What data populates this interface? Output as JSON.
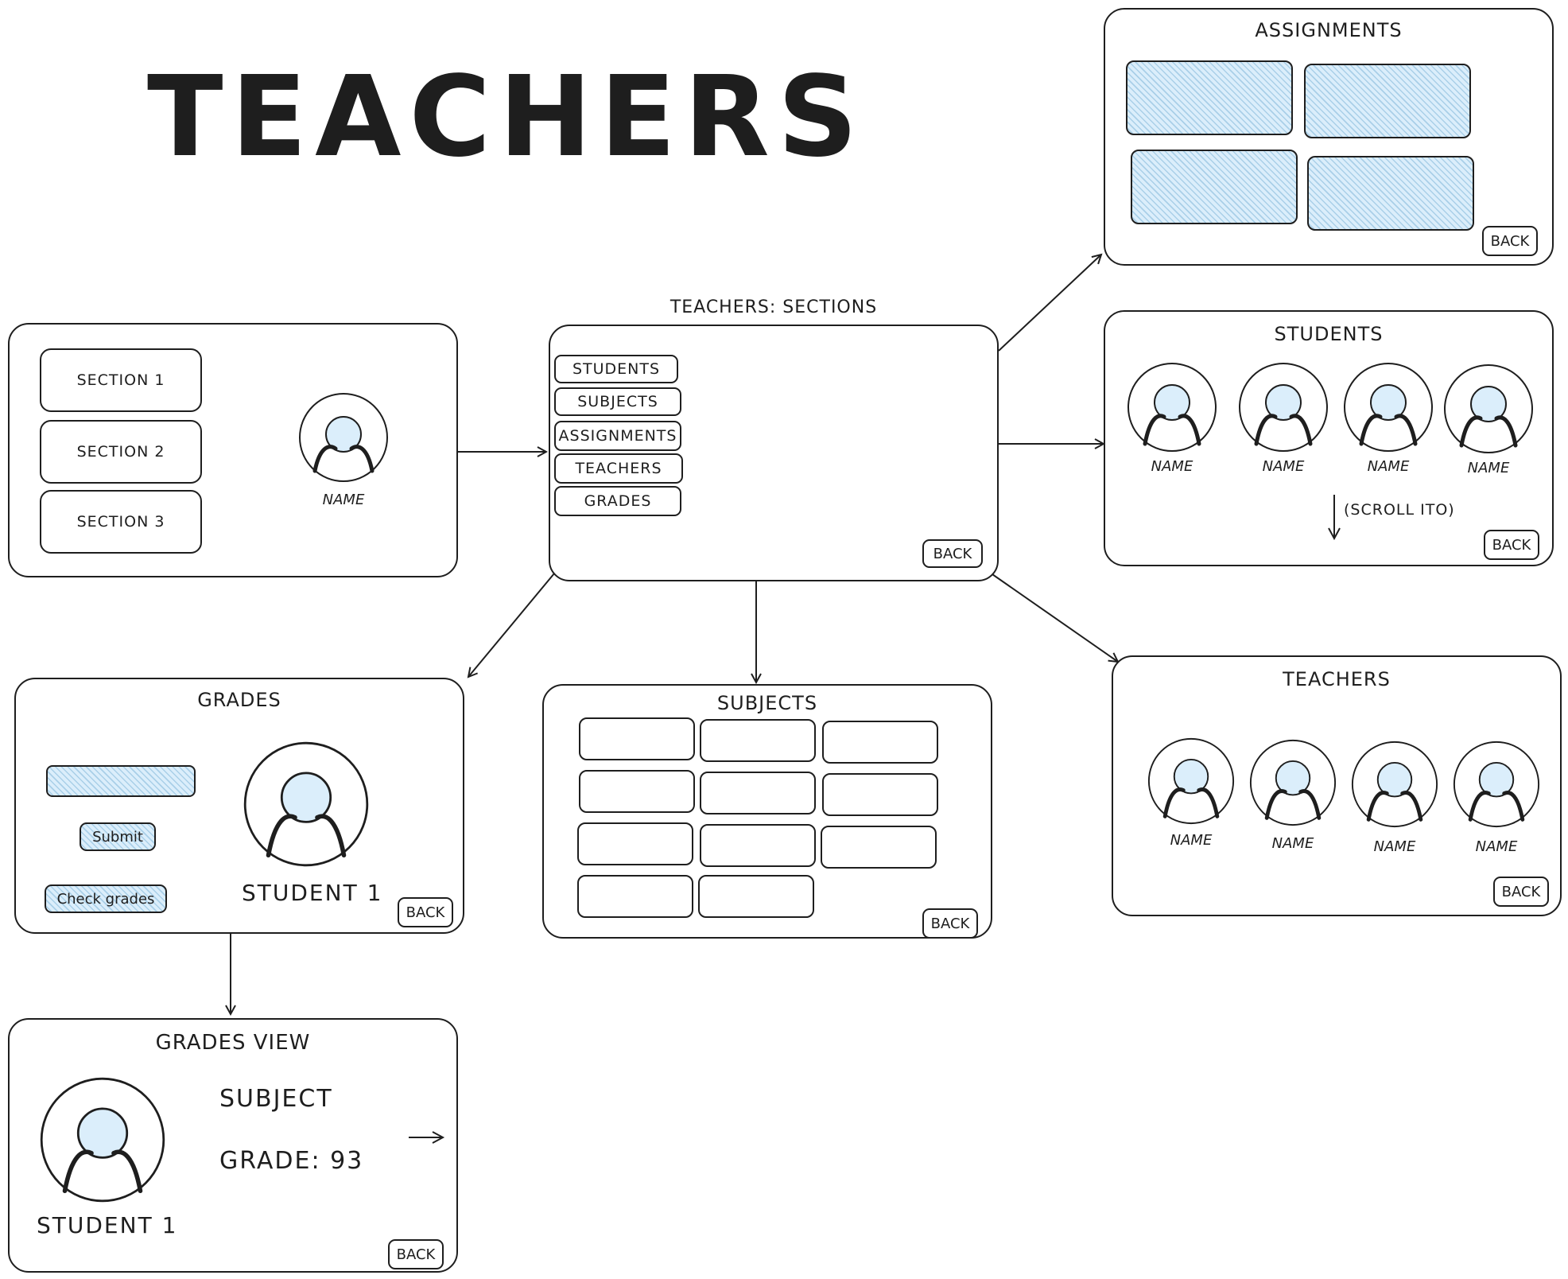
{
  "page_title": "TEACHERS",
  "home": {
    "sections": [
      "SECTION 1",
      "SECTION 2",
      "SECTION 3"
    ],
    "avatar_label": "NAME"
  },
  "sections_screen": {
    "title": "TEACHERS: SECTIONS",
    "menu": [
      "STUDENTS",
      "SUBJECTS",
      "ASSIGNMENTS",
      "TEACHERS",
      "GRADES"
    ],
    "back": "BACK"
  },
  "assignments": {
    "title": "ASSIGNMENTS",
    "back": "BACK"
  },
  "students": {
    "title": "STUDENTS",
    "names": [
      "NAME",
      "NAME",
      "NAME",
      "NAME"
    ],
    "scroll_hint": "(SCROLL ITO)",
    "back": "BACK"
  },
  "teachers": {
    "title": "TEACHERS",
    "names": [
      "NAME",
      "NAME",
      "NAME",
      "NAME"
    ],
    "back": "BACK"
  },
  "subjects": {
    "title": "SUBJECTS",
    "back": "BACK"
  },
  "grades": {
    "title": "GRADES",
    "submit": "Submit",
    "check_grades": "Check grades",
    "student": "STUDENT 1",
    "back": "BACK"
  },
  "grades_view": {
    "title": "GRADES VIEW",
    "student": "STUDENT 1",
    "subject": "SUBJECT",
    "grade": "GRADE: 93",
    "back": "BACK"
  },
  "colors": {
    "ink": "#1e1e1e",
    "fill": "#dbeefb",
    "hatch": "#a9cfe8",
    "background": "#ffffff"
  },
  "icons": {
    "avatar": "user-avatar-icon",
    "arrow": "arrow-icon"
  }
}
